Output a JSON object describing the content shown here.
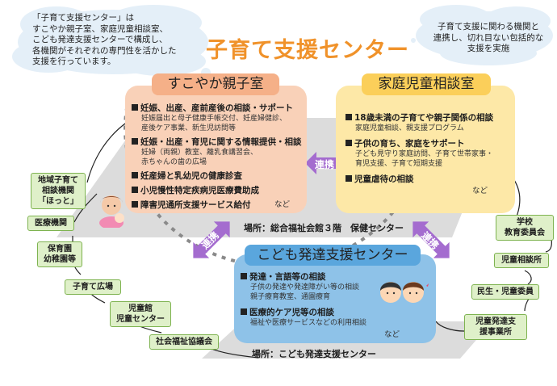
{
  "title": "子育て支援センター",
  "cloud_left": {
    "lines": [
      "「子育て支援センター」は",
      "すこやか親子室、家庭児童相談室、",
      "こども発達支援センターで構成し、",
      "各機関がそれぞれの専門性を活かした",
      "支援を行っています。"
    ]
  },
  "cloud_right": {
    "lines": [
      "子育て支援に関わる機関と",
      "連携し、切れ目ない包括的な",
      "支援を実施"
    ]
  },
  "sukoyaka": {
    "title": "すこやか親子室",
    "items": [
      {
        "head": "妊娠、出産、産前産後の相談・サポート",
        "sub": [
          "妊娠届出と母子健康手帳交付、妊産婦健診、",
          "産後ケア事業、新生児訪問等"
        ]
      },
      {
        "head": "妊娠・出産・育児に関する情報提供・相談",
        "sub": [
          "妊婦（両親）教室、離乳食講習会、",
          "赤ちゃんの歯の広場"
        ]
      },
      {
        "head": "妊産婦と乳幼児の健康診査",
        "sub": []
      },
      {
        "head": "小児慢性特定疾病児医療費助成",
        "sub": []
      },
      {
        "head": "障害児通所支援サービス給付",
        "sub": []
      }
    ],
    "nado": "など",
    "place": "場所：総合福祉会館３階　保健センター"
  },
  "katei": {
    "title": "家庭児童相談室",
    "items": [
      {
        "head": "18歳未満の子育てや親子関係の相談",
        "sub": [
          "家庭児童相談、親支援プログラム"
        ]
      },
      {
        "head": "子供の育ち、家庭をサポート",
        "sub": [
          "子ども見守り家庭訪問、子育て世帯家事・",
          "育児支援、子育て短期支援"
        ]
      },
      {
        "head": "児童虐待の相談",
        "sub": []
      }
    ],
    "nado": "など"
  },
  "kodomo": {
    "title": "こども発達支援センター",
    "items": [
      {
        "head": "発達・言語等の相談",
        "sub": [
          "子供の発達や発達障がい等の相談",
          "親子療育教室、通園療育"
        ]
      },
      {
        "head": "医療的ケア児等の相談",
        "sub": [
          "福祉や医療サービスなどの利用相談"
        ]
      }
    ],
    "nado": "など",
    "place": "場所：こども発達支援センター"
  },
  "link_label": "連携",
  "orgs_left": [
    {
      "lines": [
        "地域子育て",
        "相談機関",
        "「ほっと」"
      ]
    },
    {
      "lines": [
        "医療機関"
      ]
    },
    {
      "lines": [
        "保育園",
        "幼稚園等"
      ]
    },
    {
      "lines": [
        "子育て広場"
      ]
    },
    {
      "lines": [
        "児童館",
        "児童センター"
      ]
    },
    {
      "lines": [
        "社会福祉協議会"
      ]
    }
  ],
  "orgs_right": [
    {
      "lines": [
        "学校",
        "教育委員会"
      ]
    },
    {
      "lines": [
        "児童相談所"
      ]
    },
    {
      "lines": [
        "民生・児童委員"
      ]
    },
    {
      "lines": [
        "児童発達支",
        "援事業所"
      ]
    }
  ],
  "icons": [
    "mother-baby-illustration-icon",
    "children-illustration-icon"
  ],
  "colors": {
    "title": "#f0922a",
    "sukoyaka_box": "#f9d1b8",
    "sukoyaka_title": "#f5b088",
    "katei_box": "#fde8a7",
    "katei_title": "#fbcf5a",
    "kodomo_box": "#8ec2e8",
    "kodomo_title": "#5aa6dd",
    "link_arrow": "#a46ccf",
    "org_fill": "#dff0c9",
    "org_border": "#7eb350",
    "platform": "#dcdcdc"
  }
}
